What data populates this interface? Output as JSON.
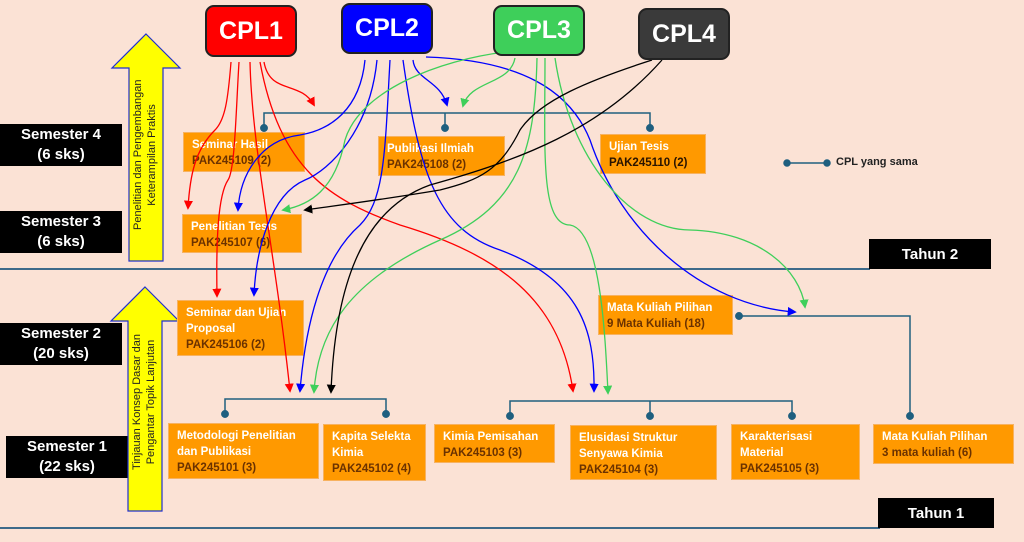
{
  "cpl": [
    {
      "label": "CPL1",
      "color": "#ff0000"
    },
    {
      "label": "CPL2",
      "color": "#0000ff"
    },
    {
      "label": "CPL3",
      "color": "#3ecf5a"
    },
    {
      "label": "CPL4",
      "color": "#3a3a3a"
    }
  ],
  "semesters": [
    {
      "name": "Semester 4",
      "sks": "(6 sks)"
    },
    {
      "name": "Semester 3",
      "sks": "(6 sks)"
    },
    {
      "name": "Semester 2",
      "sks": "(20 sks)"
    },
    {
      "name": "Semester 1",
      "sks": "(22 sks)"
    }
  ],
  "years": {
    "tahun2": "Tahun 2",
    "tahun1": "Tahun 1"
  },
  "arrows": {
    "upper": {
      "line1": "Penelitian dan Pengembangan",
      "line2": "Keterampilan Praktis"
    },
    "lower": {
      "line1": "Tinjauan Konsep Dasar dan",
      "line2": "Pengantar Topik Lanjutan"
    }
  },
  "courses": {
    "seminar_hasil": {
      "title": "Seminar Hasil",
      "code": "PAK245109 (2)"
    },
    "publikasi": {
      "title": "Publikasi Ilmiah",
      "code": "PAK245108 (2)"
    },
    "ujian_tesis": {
      "title": "Ujian Tesis",
      "code": "PAK245110 (2)"
    },
    "penelitian_tesis": {
      "title": "Penelitian Tesis",
      "code": "PAK245107 (6)"
    },
    "seminar_proposal": {
      "title": "Seminar dan Ujian Proposal",
      "code": "PAK245106 (2)"
    },
    "mk_pilihan_9": {
      "title": "Mata Kuliah Pilihan",
      "code": "9 Mata Kuliah (18)"
    },
    "metodologi": {
      "title": "Metodologi Penelitian dan Publikasi",
      "code": "PAK245101 (3)"
    },
    "kapita": {
      "title": "Kapita Selekta Kimia",
      "code": "PAK245102 (4)"
    },
    "kimia_pemisahan": {
      "title": "Kimia Pemisahan",
      "code": "PAK245103 (3)"
    },
    "elusidasi": {
      "title": "Elusidasi Struktur Senyawa Kimia",
      "code": "PAK245104 (3)"
    },
    "karakterisasi": {
      "title": "Karakterisasi Material",
      "code": "PAK245105 (3)"
    },
    "mk_pilihan_3": {
      "title": "Mata Kuliah Pilihan",
      "code": "3 mata kuliah (6)"
    }
  },
  "legend": {
    "label": "CPL yang sama",
    "color": "#1f5f7f"
  }
}
